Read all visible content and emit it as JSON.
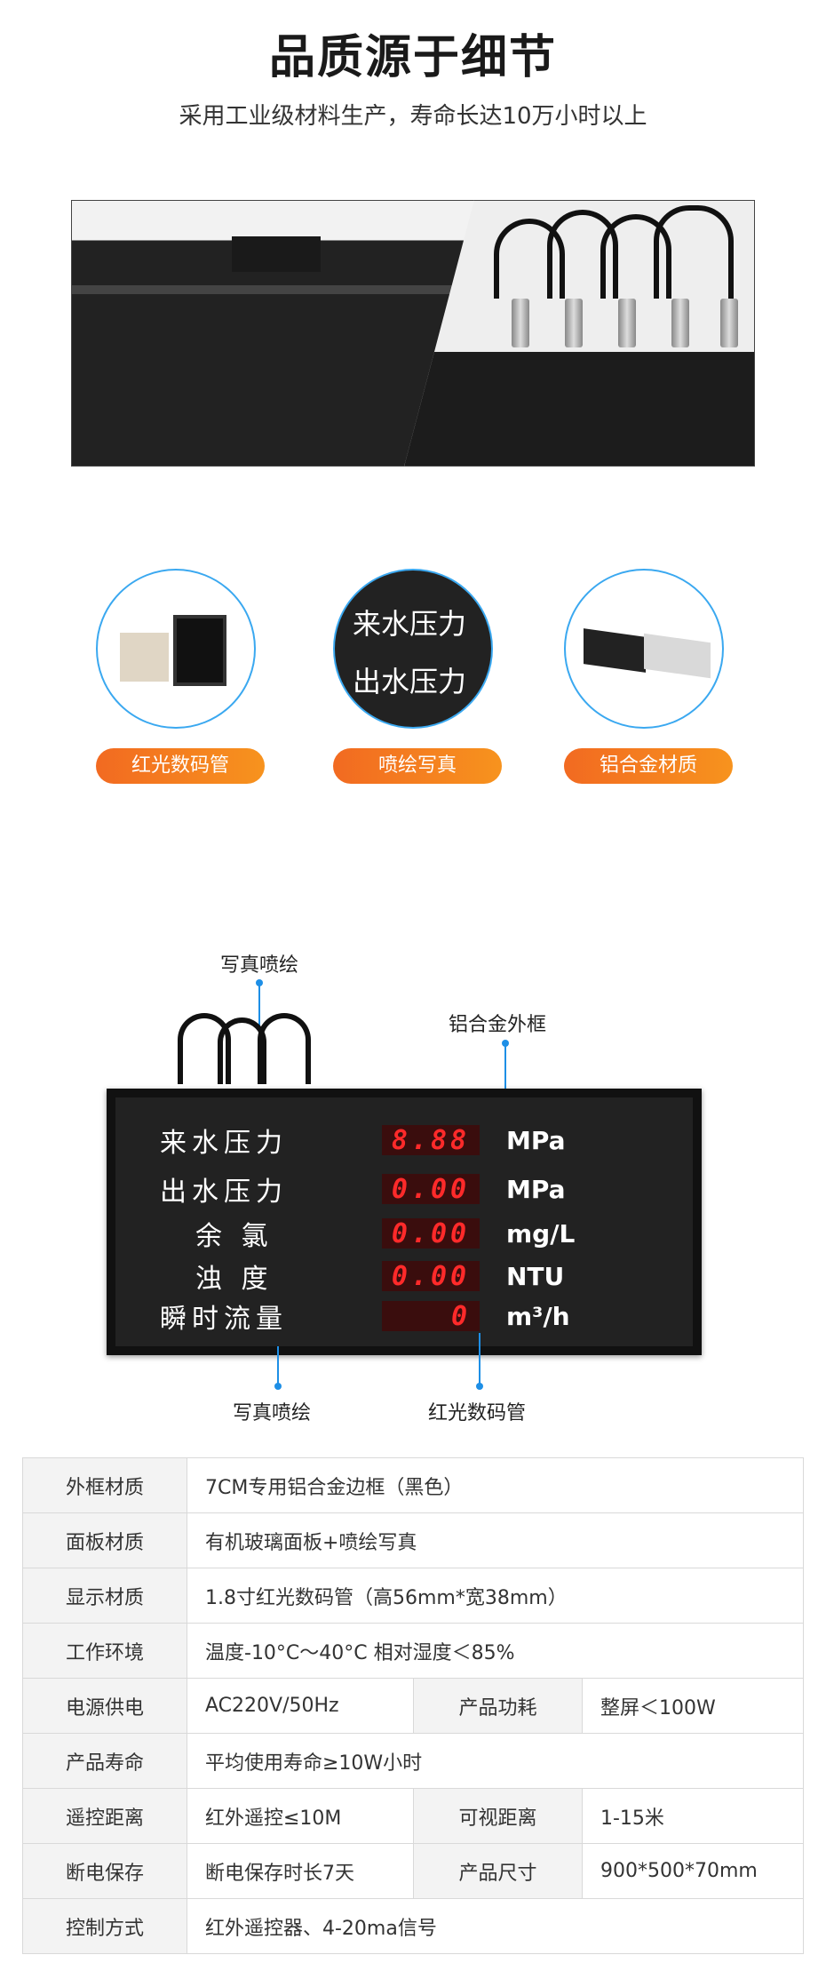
{
  "header": {
    "title": "品质源于细节",
    "subtitle": "采用工业级材料生产，寿命长达10万小时以上"
  },
  "features": [
    {
      "label": "红光数码管",
      "icon": "seven-segment-led-icon"
    },
    {
      "label": "喷绘写真",
      "icon": "printed-panel-icon",
      "preview_lines": [
        "来水压力",
        "出水压力"
      ]
    },
    {
      "label": "铝合金材质",
      "icon": "aluminum-profile-icon"
    }
  ],
  "board": {
    "callouts": {
      "top_left": "写真喷绘",
      "top_right": "铝合金外框",
      "bottom_left": "写真喷绘",
      "bottom_right": "红光数码管"
    },
    "rows": [
      {
        "label": "来水压力",
        "value": "8.88",
        "unit": "MPa"
      },
      {
        "label": "出水压力",
        "value": "0.00",
        "unit": "MPa"
      },
      {
        "label": "余  氯",
        "value": "0.00",
        "unit": "mg/L"
      },
      {
        "label": "浊  度",
        "value": "0.00",
        "unit": "NTU"
      },
      {
        "label": "瞬时流量",
        "value": "0",
        "unit": "m³/h"
      }
    ]
  },
  "spec": {
    "frame_material": {
      "key": "外框材质",
      "value": "7CM专用铝合金边框（黑色）"
    },
    "panel_material": {
      "key": "面板材质",
      "value": "有机玻璃面板+喷绘写真"
    },
    "display_material": {
      "key": "显示材质",
      "value": "1.8寸红光数码管（高56mm*宽38mm）"
    },
    "environment": {
      "key": "工作环境",
      "value": "温度-10°C～40°C   相对湿度＜85%"
    },
    "power": {
      "key": "电源供电",
      "value": "AC220V/50Hz",
      "key2": "产品功耗",
      "value2": "整屏＜100W"
    },
    "lifetime": {
      "key": "产品寿命",
      "value": "平均使用寿命≥10W小时"
    },
    "remote": {
      "key": "遥控距离",
      "value": "红外遥控≤10M",
      "key2": "可视距离",
      "value2": "1-15米"
    },
    "memory": {
      "key": "断电保存",
      "value": "断电保存时长7天",
      "key2": "产品尺寸",
      "value2": "900*500*70mm"
    },
    "control": {
      "key": "控制方式",
      "value": "红外遥控器、4-20ma信号"
    }
  }
}
